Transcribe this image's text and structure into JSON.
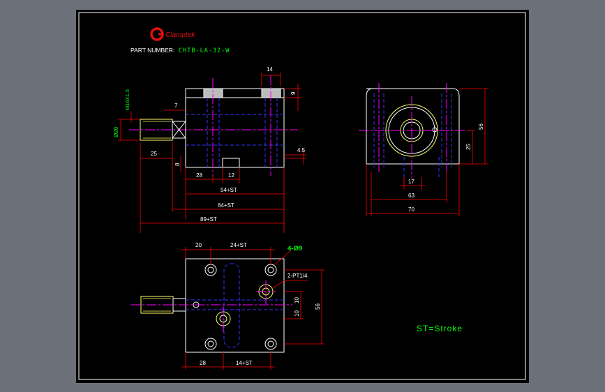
{
  "colors": {
    "background": "#6b7079",
    "paper": "#000000",
    "outline": "#ffffff",
    "dimension": "#ff0000",
    "dim_text": "#ffffff",
    "center_line": "#ff00ff",
    "hidden_line": "#3333ff",
    "accent_green": "#00ff00",
    "port_yellow": "#ffff66"
  },
  "title_block": {
    "brand": "Clamptek",
    "part_label": "PART NUMBER:",
    "part_number": "CHTB-LA-32-W"
  },
  "note": "ST=Stroke",
  "dims": {
    "front": {
      "top_14": "14",
      "side_9": "9",
      "left_7": "7",
      "thread": "M16X1.5",
      "dia_20": "Ø20",
      "len_25": "25",
      "side_4_5": "4.5",
      "side_8": "8",
      "len_28": "28",
      "len_12": "12",
      "len_54": "54+ST",
      "len_64": "64+ST",
      "len_89": "89+ST"
    },
    "end": {
      "height_56": "56",
      "height_25": "25",
      "width_17": "17",
      "width_63": "63",
      "width_70": "70"
    },
    "top": {
      "top_20": "20",
      "top_24": "24+ST",
      "holes": "4-Ø9",
      "ports": "2-PT1/4",
      "v_10a": "10",
      "v_10b": "10",
      "v_56": "56",
      "bot_28": "28",
      "bot_14": "14+ST"
    }
  }
}
